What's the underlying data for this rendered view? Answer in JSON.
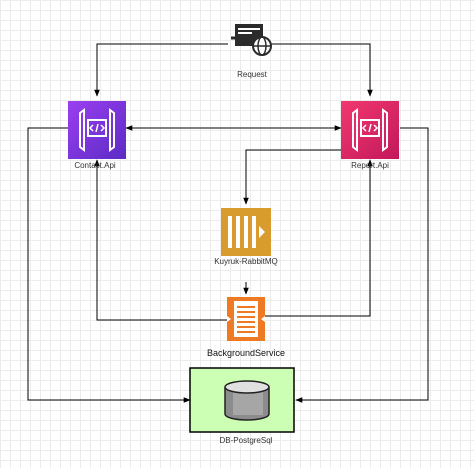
{
  "nodes": {
    "request": {
      "label": "Request",
      "icon": "request-globe-icon"
    },
    "contact_api": {
      "label": "Contact.Api",
      "icon": "api-gateway-icon",
      "color": "#7b2fd6"
    },
    "report_api": {
      "label": "Report.Api",
      "icon": "api-gateway-icon",
      "color": "#dd2262"
    },
    "queue": {
      "label": "Kuyruk-RabbitMQ",
      "icon": "queue-icon",
      "color": "#d79b2e"
    },
    "background_service": {
      "label": "BackgroundService",
      "icon": "service-document-icon",
      "color": "#ef7a26"
    },
    "db": {
      "label": "DB-PostgreSql",
      "icon": "database-cylinder-icon",
      "fill": "#ccffb3"
    }
  }
}
